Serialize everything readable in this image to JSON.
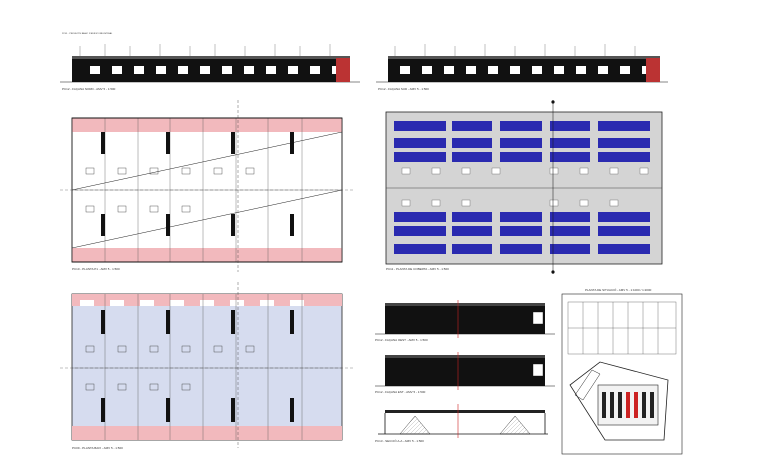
{
  "header": {
    "note": "PC01 · PROJECTE BÀSIC D'EDIFICI INDUSTRIAL"
  },
  "drawings": {
    "elevation_north": {
      "caption": "PC12 - FAÇANA NORD - AMV 5 - 1:500"
    },
    "elevation_south": {
      "caption": "PC12 - FAÇANA SUD - AMV 5 - 1:500"
    },
    "plan_level1": {
      "caption": "PC10 - PLANTA P1 - AMV 5 - 1:500"
    },
    "roof_plan": {
      "caption": "PC11 - PLANTA DE COBERTA - AMV 5 - 1:500"
    },
    "plan_ground": {
      "caption": "PC09 - PLANTA BAIX - AMV 5 - 1:500"
    },
    "elevation_east": {
      "caption": "PC12 - FAÇANA OEST - AMV 5 - 1:500"
    },
    "elevation_west": {
      "caption": "PC12 - FAÇANA EST - AMV 5 - 1:500"
    },
    "section": {
      "caption": "PC13 - SECCIÓ A-A - AMV 5 - 1:500"
    },
    "site_plan": {
      "title": "PLANTA DE SITUACIÓ - AMV 5 - 1:1000 / 1:2000"
    }
  },
  "colors": {
    "line": "#1a1a1a",
    "pink_zone": "#f2b9bd",
    "blue_floor": "#d6dcef",
    "solar_panel": "#2a2ab0",
    "roof_fill": "#d4d4d4",
    "red_axis": "#cc2222"
  }
}
